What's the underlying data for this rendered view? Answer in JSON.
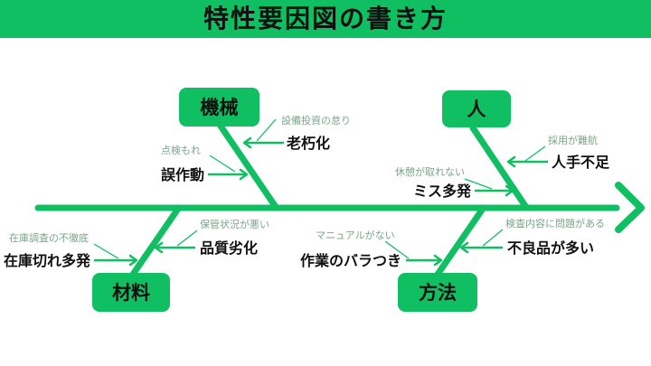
{
  "title_bar": {
    "label": "特性要因図の書き方"
  },
  "colors": {
    "accent_green": "#10BF62",
    "muted_green": "#7AA58C",
    "text_black": "#111111",
    "background": "#FFFFFF"
  },
  "diagram": {
    "type": "fishbone-ishikawa",
    "spine_direction": "left-to-right",
    "categories": [
      {
        "name": "機械",
        "position": "top-left",
        "causes": [
          {
            "label": "老朽化",
            "annotation": "設備投資の怠り"
          },
          {
            "label": "誤作動",
            "annotation": "点検もれ"
          }
        ]
      },
      {
        "name": "人",
        "position": "top-right",
        "causes": [
          {
            "label": "人手不足",
            "annotation": "採用が難航"
          },
          {
            "label": "ミス多発",
            "annotation": "休憩が取れない"
          }
        ]
      },
      {
        "name": "材料",
        "position": "bottom-left",
        "causes": [
          {
            "label": "品質劣化",
            "annotation": "保管状況が悪い"
          },
          {
            "label": "在庫切れ多発",
            "annotation": "在庫調査の不徹底"
          }
        ]
      },
      {
        "name": "方法",
        "position": "bottom-right",
        "causes": [
          {
            "label": "不良品が多い",
            "annotation": "検査内容に問題がある"
          },
          {
            "label": "作業のバラつき",
            "annotation": "マニュアルがない"
          }
        ]
      }
    ]
  }
}
